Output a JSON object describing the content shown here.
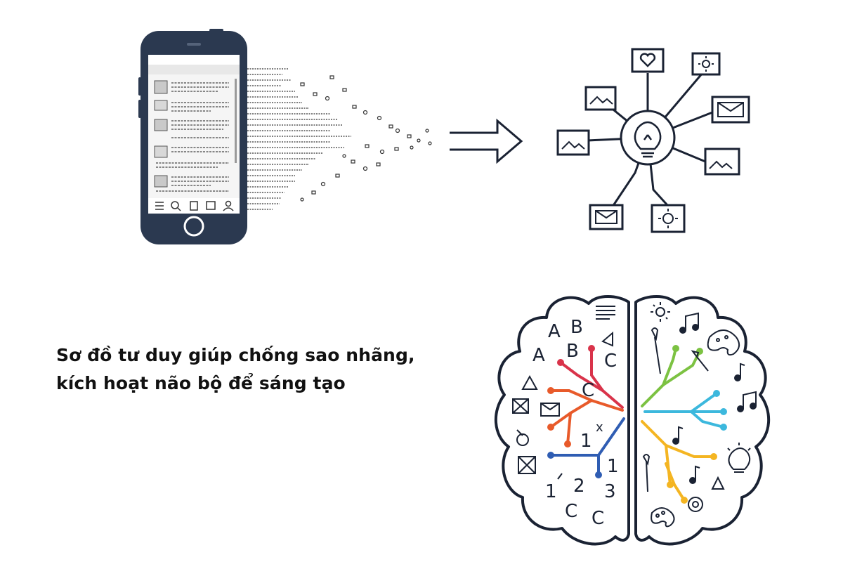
{
  "caption": {
    "line1": "Sơ đồ tư duy giúp chống sao nhãng,",
    "line2": "kích hoạt não bộ để sáng tạo"
  },
  "brain_letters": {
    "a1": "A",
    "b1": "B",
    "a2": "A",
    "b2": "B",
    "c1": "C",
    "c2": "C",
    "n1": "1",
    "x": "x",
    "n1b": "1",
    "n2": "2",
    "n3": "3",
    "n1c": "1",
    "c3": "C",
    "c4": "C"
  },
  "colors": {
    "phone": "#2b3950",
    "ink": "#1a2233",
    "red": "#d9334a",
    "orange": "#e85a2a",
    "blue": "#2f5db3",
    "green": "#7cc242",
    "cyan": "#3cb8dd",
    "yellow": "#f4b522"
  }
}
